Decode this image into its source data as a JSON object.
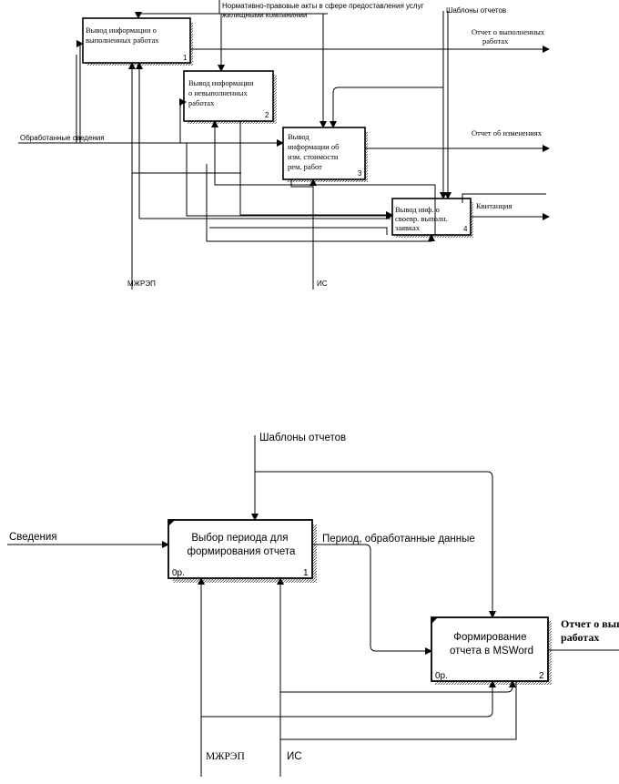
{
  "diagram_top": {
    "inputs": {
      "processed": "Обработанные сведения"
    },
    "controls": {
      "regulations_line1": "Нормативно-правовые акты в сфере предоставления услуг",
      "regulations_line2": "жилищными компаниями",
      "templates": "Шаблоны отчетов"
    },
    "mechanisms": {
      "mzhrep": "МЖРЭП",
      "is": "ИС"
    },
    "outputs": {
      "done_line1": "Отчет о выполненных",
      "done_line2": "работах",
      "changes": "Отчет об изменениях",
      "receipt": "Квитанция"
    },
    "boxes": [
      {
        "lines": [
          "Вывод информации о",
          "выполненных работах"
        ],
        "num": "1"
      },
      {
        "lines": [
          "Вывод информации",
          "о невыполненных",
          "работах"
        ],
        "num": "2"
      },
      {
        "lines": [
          "Вывод",
          "информации об",
          "изм. стоимости",
          "рем. работ"
        ],
        "num": "3"
      },
      {
        "lines": [
          "Вывод инф. о",
          "своевр. выполн.",
          "заявках"
        ],
        "num": "4"
      }
    ]
  },
  "diagram_bottom": {
    "control": "Шаблоны отчетов",
    "input": "Сведения",
    "mid_label": "Период, обработанные данные",
    "mechanisms": {
      "mzhrep": "МЖРЭП",
      "is": "ИС"
    },
    "output_line1": "Отчет о вып",
    "output_line2": "работах",
    "boxes": [
      {
        "lines": [
          "Выбор периода для",
          "формирования отчета"
        ],
        "num": "1",
        "cost": "0р."
      },
      {
        "lines": [
          "Формирование",
          "отчета в MSWord"
        ],
        "num": "2",
        "cost": "0р."
      }
    ]
  }
}
